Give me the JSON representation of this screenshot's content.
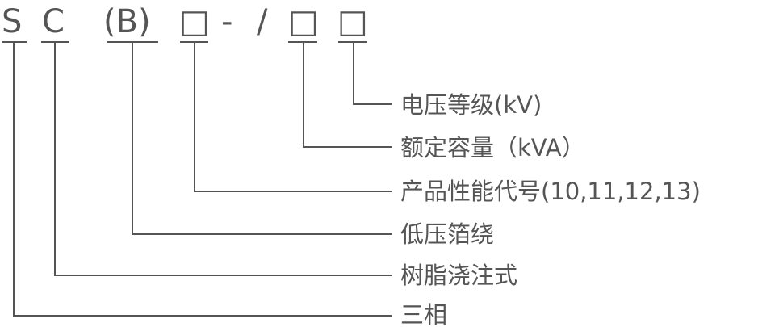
{
  "code": {
    "s": "S",
    "c": "C",
    "b": "(B)",
    "box1": "□",
    "dash": "-",
    "slash": "/",
    "box2": "□",
    "box3": "□"
  },
  "labels": {
    "voltage_class": "电压等级(kV)",
    "rated_capacity": "额定容量（kVA）",
    "performance_code": "产品性能代号(10,11,12,13)",
    "low_voltage_foil": "低压箔绕",
    "resin_cast": "树脂浇注式",
    "three_phase": "三相"
  }
}
